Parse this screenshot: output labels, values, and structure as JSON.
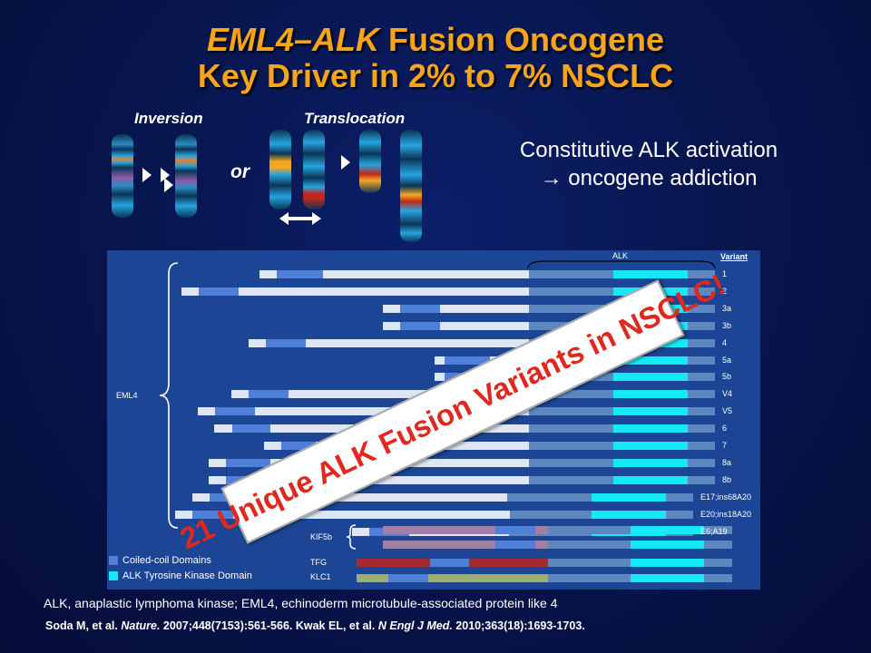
{
  "title": {
    "line1_italic": "EML4–ALK",
    "line1_rest": " Fusion Oncogene",
    "line2": "Key Driver in 2% to 7% NSCLC"
  },
  "diagram": {
    "inversion_label": "Inversion",
    "translocation_label": "Translocation",
    "or_label": "or"
  },
  "constitutive": {
    "line1": "Constitutive ALK activation",
    "line2": "→ oncogene addiction"
  },
  "figure": {
    "alk_label": "ALK",
    "variant_header": "Variant",
    "eml4_label": "EML4",
    "kif5b_label": "KIF5b",
    "tfg_label": "TFG",
    "klc1_label": "KLC1",
    "legend_coiled": "Coiled-coil Domains",
    "legend_kinase": "ALK Tyrosine Kinase Domain",
    "banner": "21 Unique ALK Fusion Variants in NSCLC!",
    "variants": [
      "1",
      "2",
      "3a",
      "3b",
      "4",
      "5a",
      "5b",
      "V4",
      "V5",
      "6",
      "7",
      "8a",
      "8b",
      "E17;ins68A20",
      "E20;ins18A20",
      "E6;A19"
    ],
    "colors": {
      "panel": "#1c4595",
      "light_segment": "#dde6f2",
      "coiled": "#4f7fd6",
      "alk_body": "#5c88bf",
      "kinase": "#17e8f5",
      "kif5b": "#a07fa6",
      "tfg": "#a42a30",
      "klc1": "#9caf6c",
      "title": "#f6a51a",
      "banner_text": "#e0281e"
    }
  },
  "footnote": "ALK, anaplastic lymphoma kinase; EML4, echinoderm microtubule-associated protein like 4",
  "reference": {
    "a": "Soda M, et al. ",
    "journal1": "Nature.",
    "b": " 2007;448(7153):561-566. Kwak EL, et al. ",
    "journal2": "N Engl J Med.",
    "c": " 2010;363(18):1693-1703."
  }
}
